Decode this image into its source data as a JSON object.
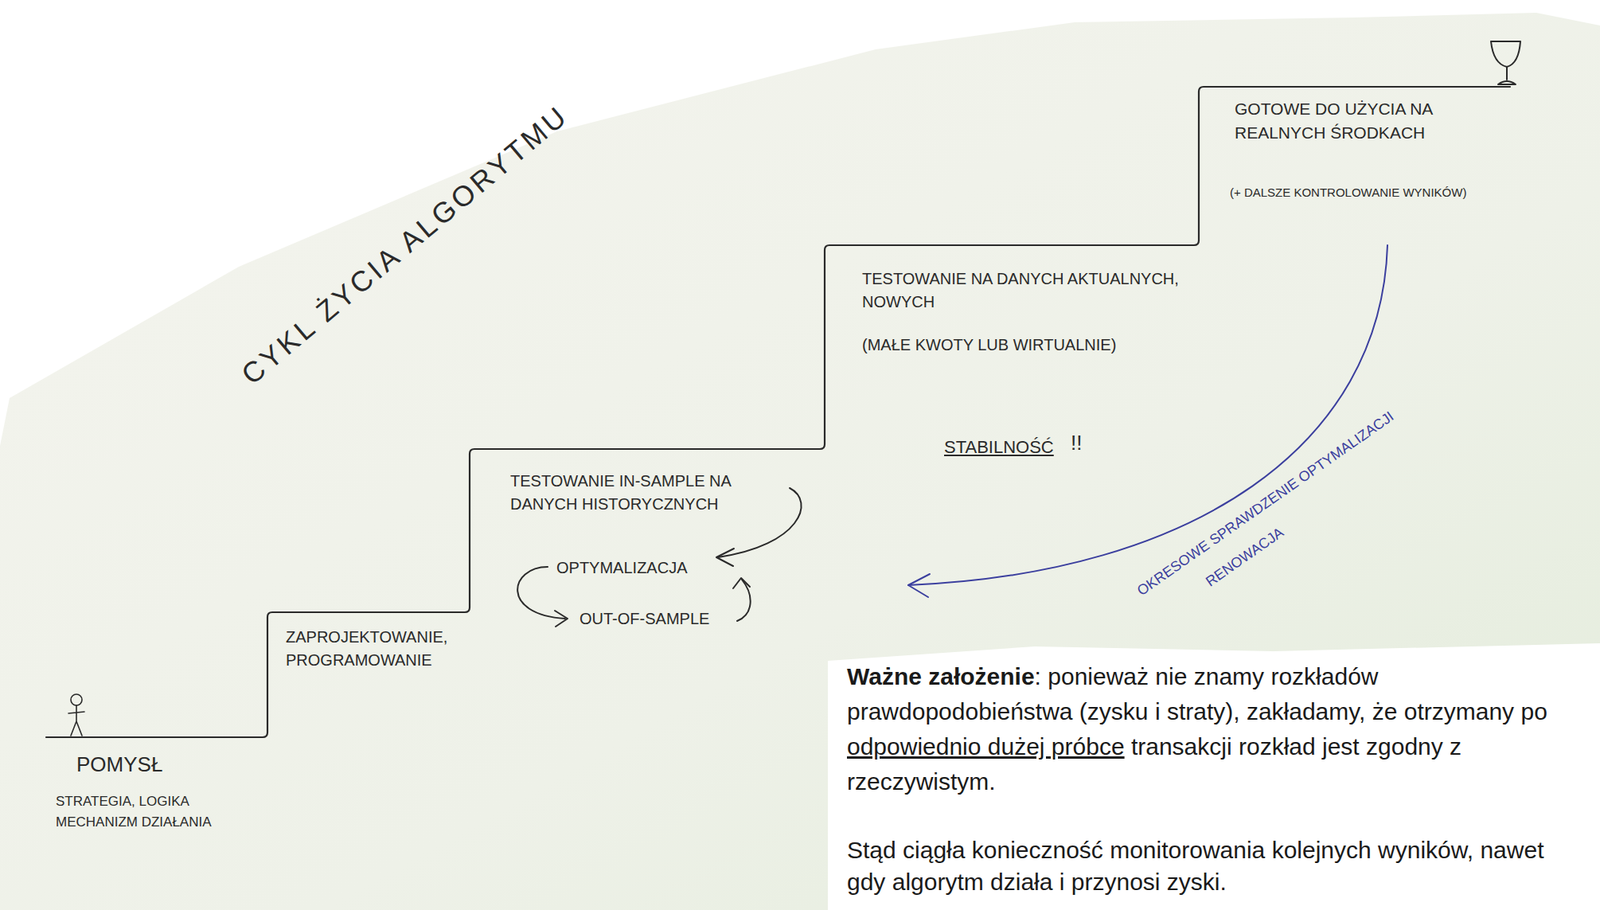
{
  "diagram": {
    "title": "CYKL ŻYCIA ALGORYTMU",
    "labels": [
      "POMYSŁ",
      "STRATEGIA, LOGIKA MECHANIZM DZIAŁANIA",
      "ZAPROJEKTOWANIE, PROGRAMOWANIE",
      "TESTOWANIE IN-SAMPLE NA DANYCH HISTORYCZNYCH",
      "OPTYMALIZACJA",
      "OUT-OF-SAMPLE",
      "TESTOWANIE NA DANYCH AKTUALNYCH, NOWYCH",
      "(MAŁE KWOTY LUB WIRTUALNIE)",
      "STABILNOŚĆ",
      "!!",
      "GOTOWE DO UŻYCIA NA REALNYCH ŚRODKACH",
      "(+ DALSZE KONTROLOWANIE WYNIKÓW)",
      "OKRESOWE SPRAWDZENIE OPTYMALIZACJI",
      "RENOWACJA",
      "Ważne założenie",
      ": ponieważ nie znamy rozkładów prawdopodobieństwa (zysku i straty), zakładamy, że otrzymany po ",
      "odpowiednio dużej próbce",
      " transakcji rozkład jest zgodny z rzeczywistym.",
      "Stąd ciągła konieczność monitorowania kolejnych wyników, nawet gdy algorytm działa i przynosi zyski."
    ]
  }
}
